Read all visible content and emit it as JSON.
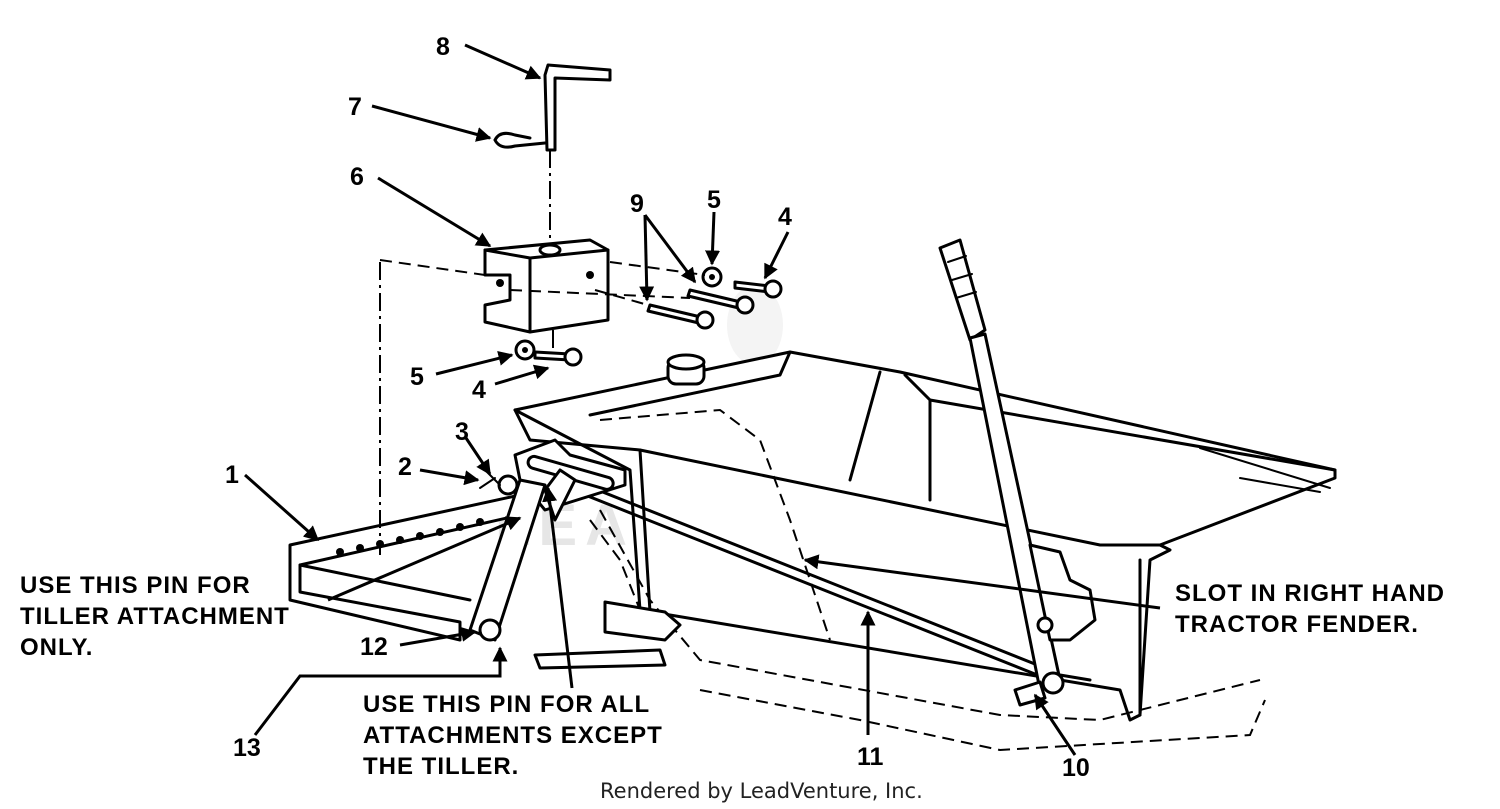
{
  "part_numbers": {
    "p1": "1",
    "p2": "2",
    "p3": "3",
    "p4a": "4",
    "p4b": "4",
    "p5a": "5",
    "p5b": "5",
    "p6": "6",
    "p7": "7",
    "p8": "8",
    "p9": "9",
    "p10": "10",
    "p11": "11",
    "p12": "12",
    "p13": "13"
  },
  "callouts": {
    "tiller_pin": [
      "USE THIS PIN FOR",
      "TILLER ATTACHMENT",
      "ONLY."
    ],
    "all_pin": [
      "USE THIS PIN FOR ALL",
      "ATTACHMENTS EXCEPT",
      "THE TILLER."
    ],
    "fender_slot": [
      "SLOT IN RIGHT HAND",
      "TRACTOR FENDER."
    ]
  },
  "watermark": "LEADVENTURE",
  "credit": "Rendered by LeadVenture, Inc."
}
